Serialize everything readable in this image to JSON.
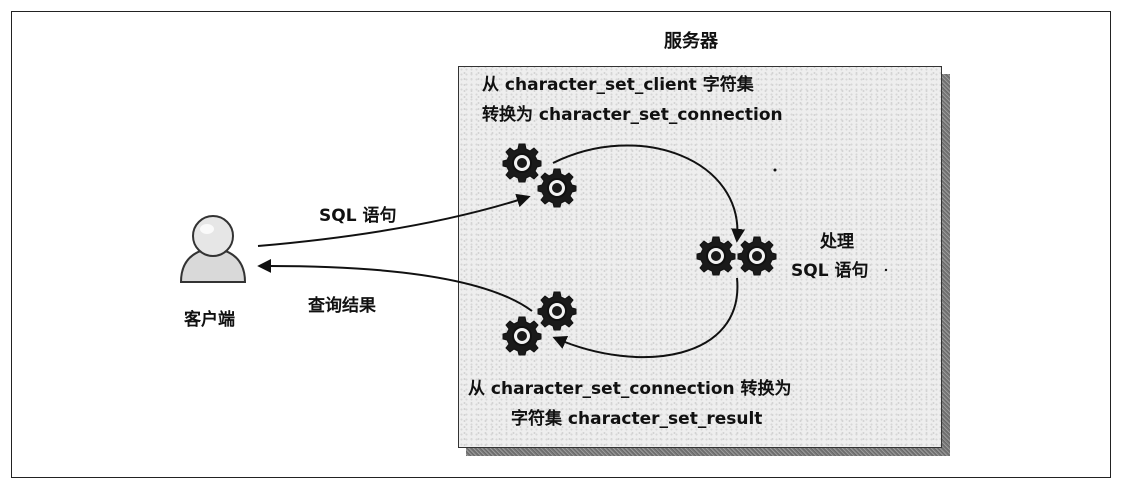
{
  "server": {
    "title": "服务器",
    "input_conversion": {
      "line1": "从 character_set_client 字符集",
      "line2": "转换为 character_set_connection"
    },
    "processing": {
      "line1": "处理",
      "line2": "SQL 语句"
    },
    "output_conversion": {
      "line1": "从 character_set_connection 转换为",
      "line2": "字符集 character_set_result"
    }
  },
  "client": {
    "label": "客户端"
  },
  "flows": {
    "request_label": "SQL 语句",
    "response_label": "查询结果"
  }
}
